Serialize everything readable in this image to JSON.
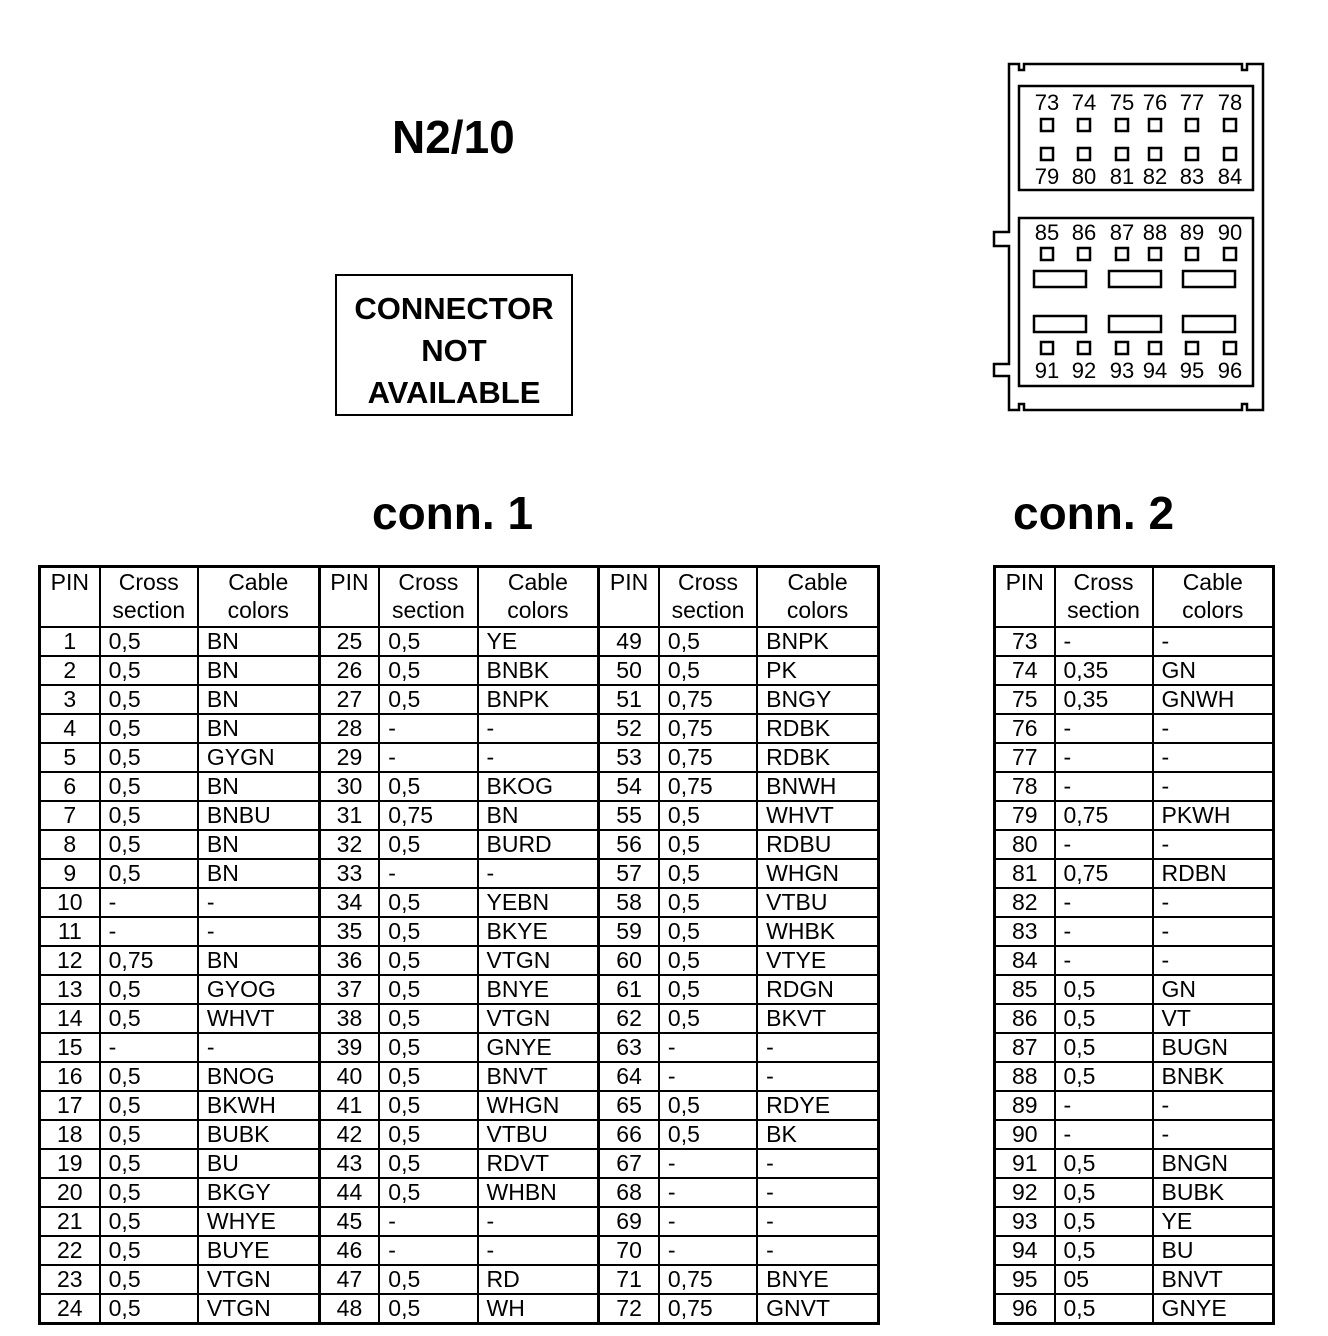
{
  "title": "N2/10",
  "notice": {
    "line1": "CONNECTOR",
    "line2": "NOT",
    "line3": "AVAILABLE"
  },
  "conn1": {
    "title": "conn. 1",
    "headers": {
      "pin": "PIN",
      "cross1": "Cross",
      "cross2": "section",
      "cable1": "Cable",
      "cable2": "colors"
    },
    "rows": [
      [
        [
          "1",
          "0,5",
          "BN"
        ],
        [
          "25",
          "0,5",
          "YE"
        ],
        [
          "49",
          "0,5",
          "BNPK"
        ]
      ],
      [
        [
          "2",
          "0,5",
          "BN"
        ],
        [
          "26",
          "0,5",
          "BNBK"
        ],
        [
          "50",
          "0,5",
          "PK"
        ]
      ],
      [
        [
          "3",
          "0,5",
          "BN"
        ],
        [
          "27",
          "0,5",
          "BNPK"
        ],
        [
          "51",
          "0,75",
          "BNGY"
        ]
      ],
      [
        [
          "4",
          "0,5",
          "BN"
        ],
        [
          "28",
          "-",
          "-"
        ],
        [
          "52",
          "0,75",
          "RDBK"
        ]
      ],
      [
        [
          "5",
          "0,5",
          "GYGN"
        ],
        [
          "29",
          "-",
          "-"
        ],
        [
          "53",
          "0,75",
          "RDBK"
        ]
      ],
      [
        [
          "6",
          "0,5",
          "BN"
        ],
        [
          "30",
          "0,5",
          "BKOG"
        ],
        [
          "54",
          "0,75",
          "BNWH"
        ]
      ],
      [
        [
          "7",
          "0,5",
          "BNBU"
        ],
        [
          "31",
          "0,75",
          "BN"
        ],
        [
          "55",
          "0,5",
          "WHVT"
        ]
      ],
      [
        [
          "8",
          "0,5",
          "BN"
        ],
        [
          "32",
          "0,5",
          "BURD"
        ],
        [
          "56",
          "0,5",
          "RDBU"
        ]
      ],
      [
        [
          "9",
          "0,5",
          "BN"
        ],
        [
          "33",
          "-",
          "-"
        ],
        [
          "57",
          "0,5",
          "WHGN"
        ]
      ],
      [
        [
          "10",
          "-",
          "-"
        ],
        [
          "34",
          "0,5",
          "YEBN"
        ],
        [
          "58",
          "0,5",
          "VTBU"
        ]
      ],
      [
        [
          "11",
          "-",
          "-"
        ],
        [
          "35",
          "0,5",
          "BKYE"
        ],
        [
          "59",
          "0,5",
          "WHBK"
        ]
      ],
      [
        [
          "12",
          "0,75",
          "BN"
        ],
        [
          "36",
          "0,5",
          "VTGN"
        ],
        [
          "60",
          "0,5",
          "VTYE"
        ]
      ],
      [
        [
          "13",
          "0,5",
          "GYOG"
        ],
        [
          "37",
          "0,5",
          "BNYE"
        ],
        [
          "61",
          "0,5",
          "RDGN"
        ]
      ],
      [
        [
          "14",
          "0,5",
          "WHVT"
        ],
        [
          "38",
          "0,5",
          "VTGN"
        ],
        [
          "62",
          "0,5",
          "BKVT"
        ]
      ],
      [
        [
          "15",
          "-",
          "-"
        ],
        [
          "39",
          "0,5",
          "GNYE"
        ],
        [
          "63",
          "-",
          "-"
        ]
      ],
      [
        [
          "16",
          "0,5",
          "BNOG"
        ],
        [
          "40",
          "0,5",
          "BNVT"
        ],
        [
          "64",
          "-",
          "-"
        ]
      ],
      [
        [
          "17",
          "0,5",
          "BKWH"
        ],
        [
          "41",
          "0,5",
          "WHGN"
        ],
        [
          "65",
          "0,5",
          "RDYE"
        ]
      ],
      [
        [
          "18",
          "0,5",
          "BUBK"
        ],
        [
          "42",
          "0,5",
          "VTBU"
        ],
        [
          "66",
          "0,5",
          "BK"
        ]
      ],
      [
        [
          "19",
          "0,5",
          "BU"
        ],
        [
          "43",
          "0,5",
          "RDVT"
        ],
        [
          "67",
          "-",
          "-"
        ]
      ],
      [
        [
          "20",
          "0,5",
          "BKGY"
        ],
        [
          "44",
          "0,5",
          "WHBN"
        ],
        [
          "68",
          "-",
          "-"
        ]
      ],
      [
        [
          "21",
          "0,5",
          "WHYE"
        ],
        [
          "45",
          "-",
          "-"
        ],
        [
          "69",
          "-",
          "-"
        ]
      ],
      [
        [
          "22",
          "0,5",
          "BUYE"
        ],
        [
          "46",
          "-",
          "-"
        ],
        [
          "70",
          "-",
          "-"
        ]
      ],
      [
        [
          "23",
          "0,5",
          "VTGN"
        ],
        [
          "47",
          "0,5",
          "RD"
        ],
        [
          "71",
          "0,75",
          "BNYE"
        ]
      ],
      [
        [
          "24",
          "0,5",
          "VTGN"
        ],
        [
          "48",
          "0,5",
          "WH"
        ],
        [
          "72",
          "0,75",
          "GNVT"
        ]
      ]
    ]
  },
  "conn2": {
    "title": "conn. 2",
    "headers": {
      "pin": "PIN",
      "cross1": "Cross",
      "cross2": "section",
      "cable1": "Cable",
      "cable2": "colors"
    },
    "rows": [
      [
        "73",
        "-",
        "-"
      ],
      [
        "74",
        "0,35",
        "GN"
      ],
      [
        "75",
        "0,35",
        "GNWH"
      ],
      [
        "76",
        "-",
        "-"
      ],
      [
        "77",
        "-",
        "-"
      ],
      [
        "78",
        "-",
        "-"
      ],
      [
        "79",
        "0,75",
        "PKWH"
      ],
      [
        "80",
        "-",
        "-"
      ],
      [
        "81",
        "0,75",
        "RDBN"
      ],
      [
        "82",
        "-",
        "-"
      ],
      [
        "83",
        "-",
        "-"
      ],
      [
        "84",
        "-",
        "-"
      ],
      [
        "85",
        "0,5",
        "GN"
      ],
      [
        "86",
        "0,5",
        "VT"
      ],
      [
        "87",
        "0,5",
        "BUGN"
      ],
      [
        "88",
        "0,5",
        "BNBK"
      ],
      [
        "89",
        "-",
        "-"
      ],
      [
        "90",
        "-",
        "-"
      ],
      [
        "91",
        "0,5",
        "BNGN"
      ],
      [
        "92",
        "0,5",
        "BUBK"
      ],
      [
        "93",
        "0,5",
        "YE"
      ],
      [
        "94",
        "0,5",
        "BU"
      ],
      [
        "95",
        "05",
        "BNVT"
      ],
      [
        "96",
        "0,5",
        "GNYE"
      ]
    ]
  },
  "diagram": {
    "top_row1": [
      "73",
      "74",
      "75",
      "76",
      "77",
      "78"
    ],
    "top_row2": [
      "79",
      "80",
      "81",
      "82",
      "83",
      "84"
    ],
    "bottom_row1": [
      "85",
      "86",
      "87",
      "88",
      "89",
      "90"
    ],
    "bottom_row2": [
      "91",
      "92",
      "93",
      "94",
      "95",
      "96"
    ]
  }
}
